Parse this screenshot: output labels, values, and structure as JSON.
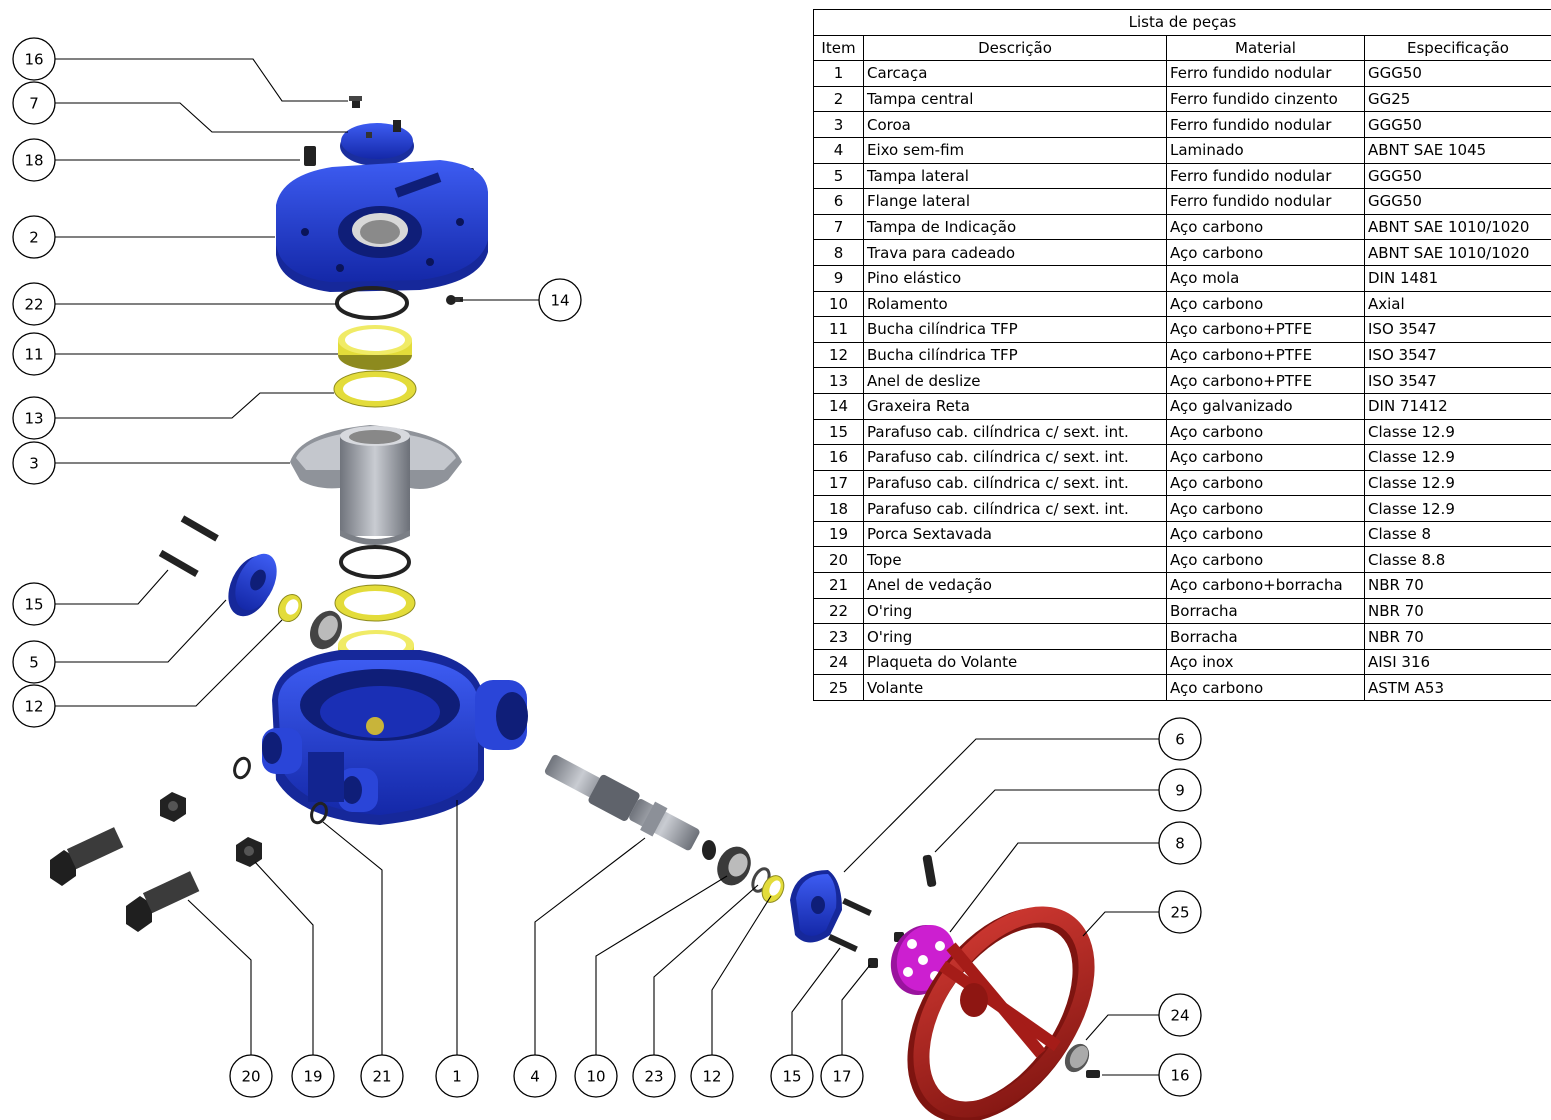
{
  "table": {
    "title": "Lista de peças",
    "headers": [
      "Item",
      "Descrição",
      "Material",
      "Especificação"
    ],
    "rows": [
      [
        "1",
        "Carcaça",
        "Ferro fundido nodular",
        "GGG50"
      ],
      [
        "2",
        "Tampa central",
        "Ferro fundido cinzento",
        "GG25"
      ],
      [
        "3",
        "Coroa",
        "Ferro fundido nodular",
        "GGG50"
      ],
      [
        "4",
        "Eixo sem-fim",
        "Laminado",
        "ABNT SAE 1045"
      ],
      [
        "5",
        "Tampa lateral",
        "Ferro fundido nodular",
        "GGG50"
      ],
      [
        "6",
        "Flange lateral",
        "Ferro fundido nodular",
        "GGG50"
      ],
      [
        "7",
        "Tampa de Indicação",
        "Aço carbono",
        "ABNT SAE 1010/1020"
      ],
      [
        "8",
        "Trava para cadeado",
        "Aço carbono",
        "ABNT SAE 1010/1020"
      ],
      [
        "9",
        "Pino elástico",
        "Aço mola",
        "DIN 1481"
      ],
      [
        "10",
        "Rolamento",
        "Aço carbono",
        "Axial"
      ],
      [
        "11",
        "Bucha cilíndrica TFP",
        "Aço carbono+PTFE",
        "ISO 3547"
      ],
      [
        "12",
        "Bucha cilíndrica TFP",
        "Aço carbono+PTFE",
        "ISO 3547"
      ],
      [
        "13",
        "Anel de deslize",
        "Aço carbono+PTFE",
        "ISO 3547"
      ],
      [
        "14",
        "Graxeira Reta",
        "Aço galvanizado",
        "DIN 71412"
      ],
      [
        "15",
        "Parafuso cab. cilíndrica c/ sext. int.",
        "Aço carbono",
        "Classe 12.9"
      ],
      [
        "16",
        "Parafuso cab. cilíndrica c/ sext. int.",
        "Aço carbono",
        "Classe 12.9"
      ],
      [
        "17",
        "Parafuso cab. cilíndrica c/ sext. int.",
        "Aço carbono",
        "Classe 12.9"
      ],
      [
        "18",
        "Parafuso cab. cilíndrica c/ sext. int.",
        "Aço carbono",
        "Classe 12.9"
      ],
      [
        "19",
        "Porca Sextavada",
        "Aço carbono",
        "Classe 8"
      ],
      [
        "20",
        "Tope",
        "Aço carbono",
        "Classe 8.8"
      ],
      [
        "21",
        "Anel de vedação",
        "Aço carbono+borracha",
        "NBR 70"
      ],
      [
        "22",
        "O'ring",
        "Borracha",
        "NBR 70"
      ],
      [
        "23",
        "O'ring",
        "Borracha",
        "NBR 70"
      ],
      [
        "24",
        "Plaqueta do Volante",
        "Aço inox",
        "AISI 316"
      ],
      [
        "25",
        "Volante",
        "Aço carbono",
        "ASTM A53"
      ]
    ]
  },
  "callouts": [
    "16",
    "7",
    "18",
    "2",
    "22",
    "11",
    "13",
    "3",
    "15",
    "5",
    "12",
    "14",
    "6",
    "9",
    "8",
    "25",
    "24",
    "16",
    "20",
    "19",
    "21",
    "1",
    "4",
    "10",
    "23",
    "12",
    "15",
    "17"
  ],
  "colors": {
    "housing_blue": "#1f3fd6",
    "bronze_yellow": "#e3dc3a",
    "steel_gray": "#9a9ea6",
    "handwheel_red": "#b3201c",
    "lock_plate_magenta": "#cc1fd0"
  }
}
